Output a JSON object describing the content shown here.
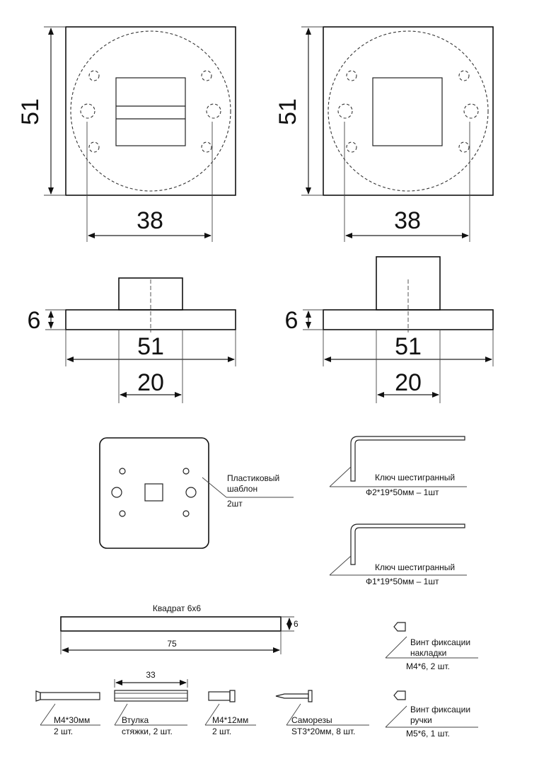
{
  "dimensions": {
    "left_front": {
      "height": "51",
      "width": "38"
    },
    "right_front": {
      "height": "51",
      "width": "38"
    },
    "left_side": {
      "thickness": "6",
      "width": "51",
      "base": "20"
    },
    "right_side": {
      "thickness": "6",
      "width": "51",
      "base": "20"
    }
  },
  "parts": {
    "template": {
      "line1": "Пластиковый",
      "line2": "шаблон",
      "line3": "2шт"
    },
    "key_large": {
      "line1": "Ключ шестигранный",
      "line2": "Ф2*19*50мм – 1шт"
    },
    "key_small": {
      "line1": "Ключ шестигранный",
      "line2": "Ф1*19*50мм – 1шт"
    },
    "square": {
      "title": "Квадрат 6х6",
      "thickness": "6",
      "length": "75"
    },
    "screw_cover": {
      "line1": "Винт фиксации",
      "line2": "накладки",
      "line3": "М4*6, 2 шт."
    },
    "screw_handle": {
      "line1": "Винт фиксации",
      "line2": "ручки",
      "line3": "М5*6, 1 шт."
    },
    "bolt_long": {
      "line1": "М4*30мм",
      "line2": "2 шт."
    },
    "sleeve": {
      "length": "33",
      "line1": "Втулка",
      "line2": "стяжки, 2 шт."
    },
    "bolt_short": {
      "line1": "М4*12мм",
      "line2": "2 шт."
    },
    "wood_screw": {
      "line1": "Саморезы",
      "line2": "ST3*20мм, 8 шт."
    }
  }
}
